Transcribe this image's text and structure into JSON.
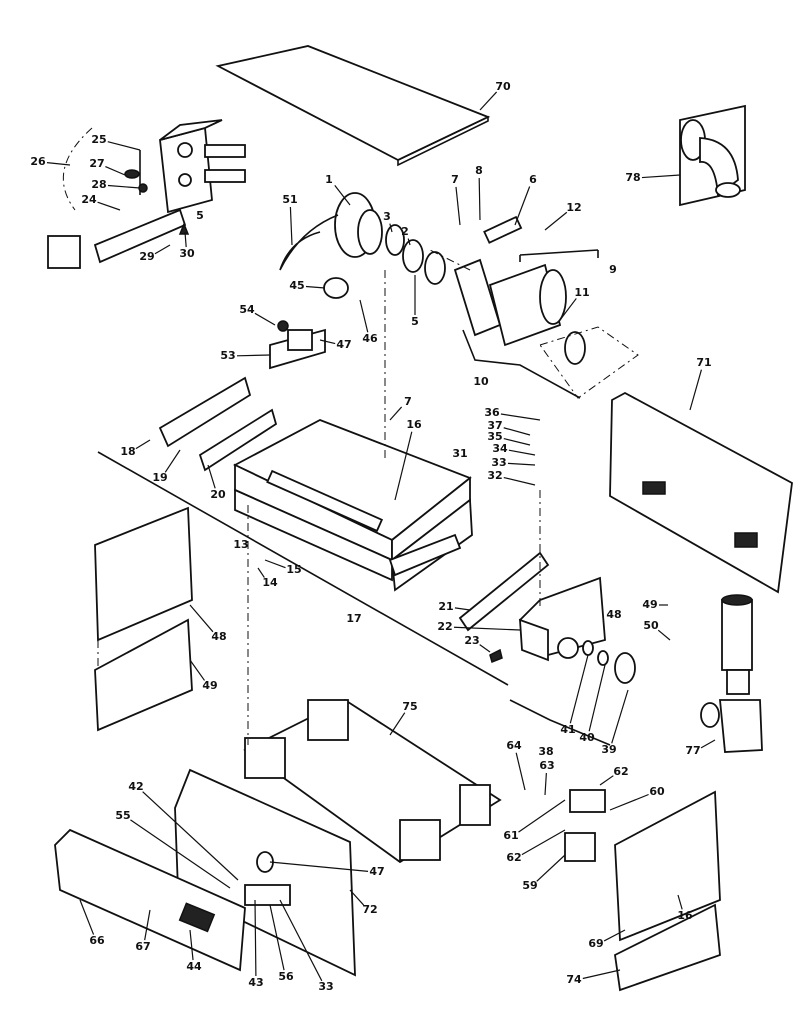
{
  "diagram": {
    "type": "exploded parts diagram",
    "line_color": "#111111",
    "background": "#ffffff",
    "part_labels": [
      "70",
      "25",
      "26",
      "27",
      "28",
      "24",
      "29",
      "30",
      "5",
      "1",
      "51",
      "3",
      "2",
      "7",
      "8",
      "6",
      "12",
      "9",
      "78",
      "45",
      "5",
      "46",
      "11",
      "54",
      "47",
      "53",
      "10",
      "71",
      "7",
      "16",
      "36",
      "37",
      "35",
      "34",
      "33",
      "32",
      "31",
      "18",
      "19",
      "20",
      "13",
      "15",
      "14",
      "17",
      "21",
      "22",
      "23",
      "48",
      "49",
      "50",
      "48",
      "49",
      "41",
      "40",
      "39",
      "38",
      "77",
      "75",
      "64",
      "63",
      "62",
      "60",
      "61",
      "62",
      "59",
      "42",
      "55",
      "47",
      "72",
      "66",
      "67",
      "44",
      "43",
      "56",
      "33",
      "69",
      "16",
      "74"
    ]
  }
}
